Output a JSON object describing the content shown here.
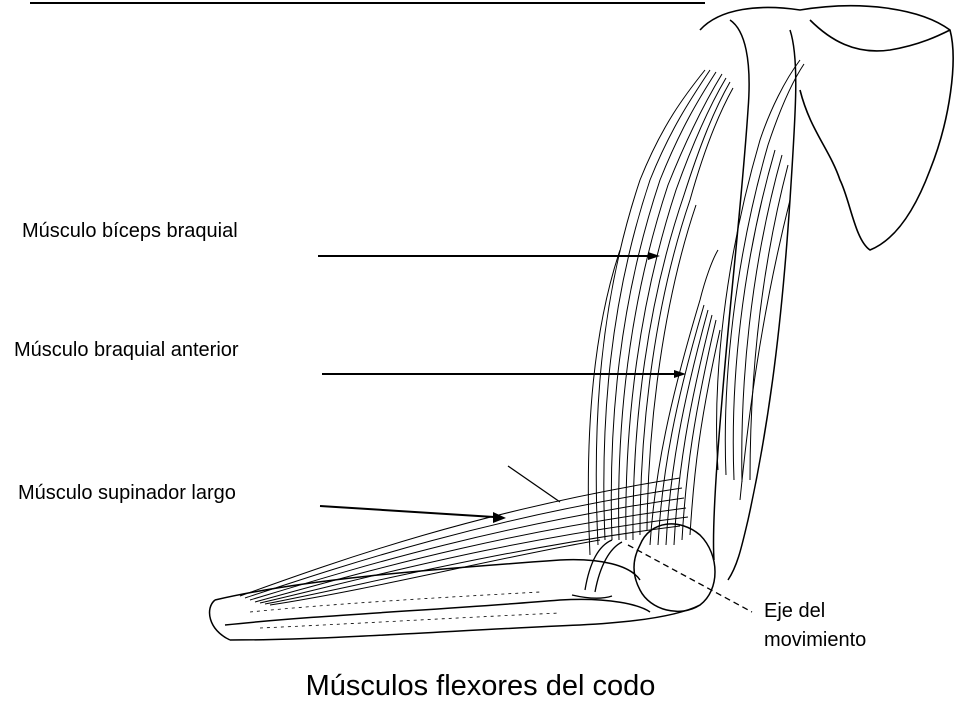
{
  "figure": {
    "labels": {
      "biceps": "Músculo bíceps braquial",
      "braquial": "Músculo braquial anterior",
      "supinador": "Músculo supinador largo",
      "eje_line1": "Eje del",
      "eje_line2": "movimiento"
    },
    "caption": "Músculos flexores del codo"
  },
  "colors": {
    "ink": "#000000",
    "background": "#ffffff"
  }
}
